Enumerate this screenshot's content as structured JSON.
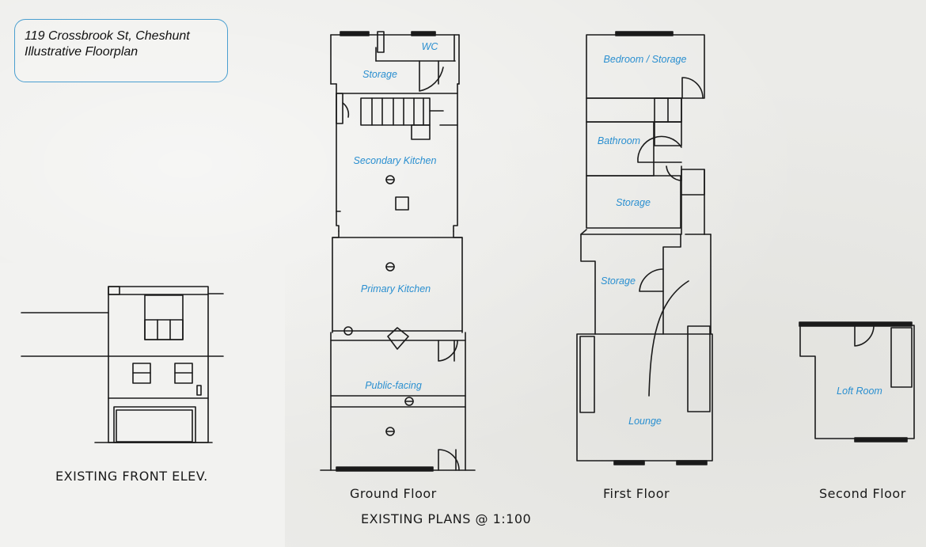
{
  "header": {
    "line1": "119 Crossbrook St, Cheshunt",
    "line2": "Illustrative Floorplan"
  },
  "rooms": {
    "wc": "WC",
    "storage_ground": "Storage",
    "secondary_kitchen": "Secondary Kitchen",
    "primary_kitchen": "Primary Kitchen",
    "public_facing": "Public-facing",
    "bedroom_storage": "Bedroom / Storage",
    "bathroom": "Bathroom",
    "storage_first_upper": "Storage",
    "storage_first_lower": "Storage",
    "lounge": "Lounge",
    "loft_room": "Loft Room"
  },
  "captions": {
    "front_elevation": "EXISTING FRONT ELEV.",
    "ground_floor": "Ground Floor",
    "first_floor": "First Floor",
    "second_floor": "Second Floor",
    "scale": "EXISTING PLANS @ 1:100"
  }
}
